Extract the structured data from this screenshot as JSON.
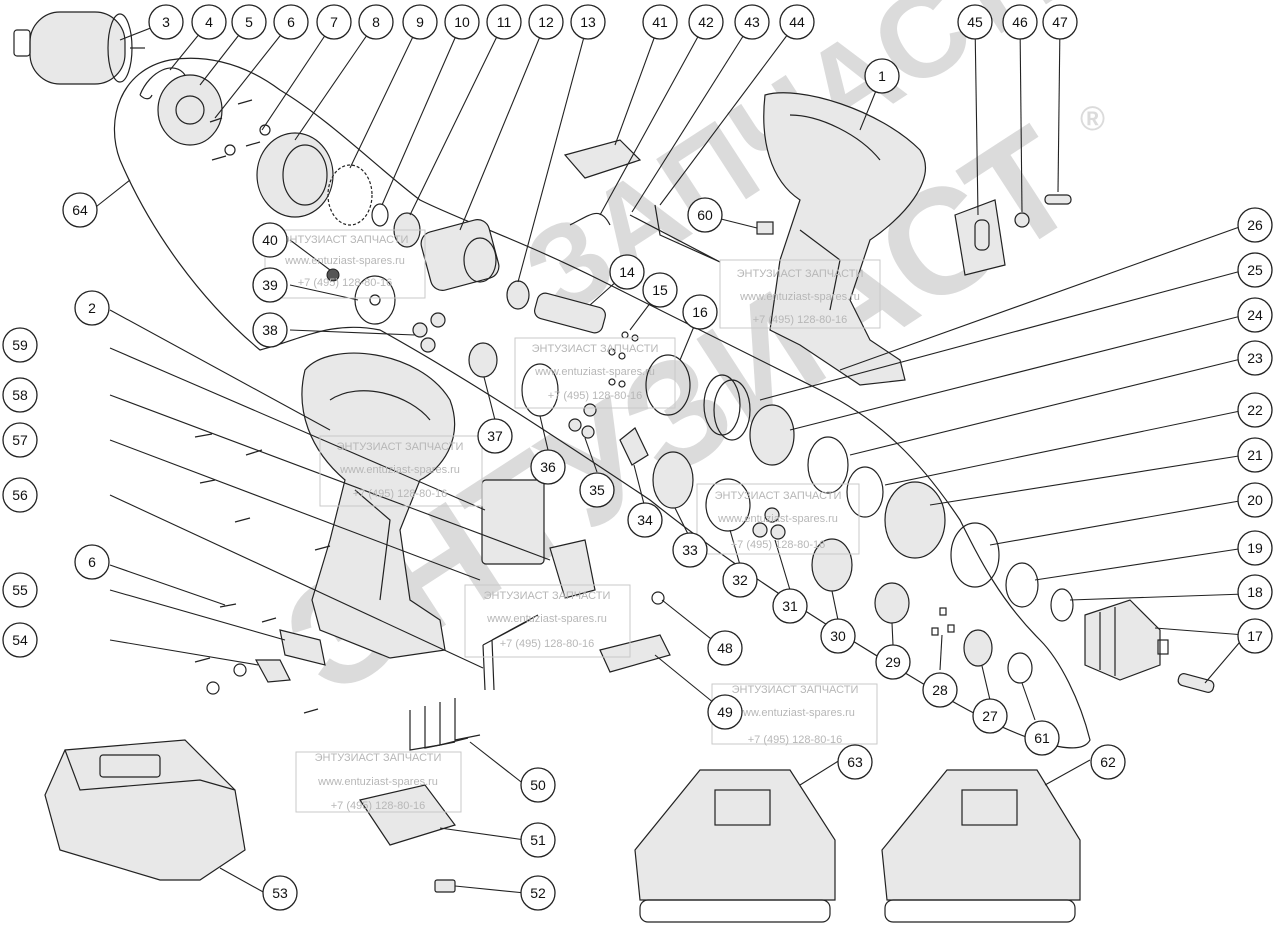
{
  "watermark": {
    "big_left": "ЭНТУЗИАСТ",
    "big_right": "ЗАПЧАСТИ",
    "registered": "®",
    "stamp_title": "ЭНТУЗИАСТ ЗАПЧАСТИ",
    "stamp_url": "www.entuziast-spares.ru",
    "stamp_phone": "+7 (495) 128-80-16"
  },
  "callouts": [
    "1",
    "2",
    "3",
    "4",
    "5",
    "6",
    "7",
    "8",
    "9",
    "10",
    "11",
    "12",
    "13",
    "14",
    "15",
    "16",
    "17",
    "18",
    "19",
    "20",
    "21",
    "22",
    "23",
    "24",
    "25",
    "26",
    "27",
    "28",
    "29",
    "30",
    "31",
    "32",
    "33",
    "34",
    "35",
    "36",
    "37",
    "38",
    "39",
    "40",
    "41",
    "42",
    "43",
    "44",
    "45",
    "46",
    "47",
    "48",
    "49",
    "50",
    "51",
    "52",
    "53",
    "54",
    "55",
    "56",
    "57",
    "58",
    "59",
    "60",
    "61",
    "62",
    "63",
    "64",
    "6"
  ]
}
